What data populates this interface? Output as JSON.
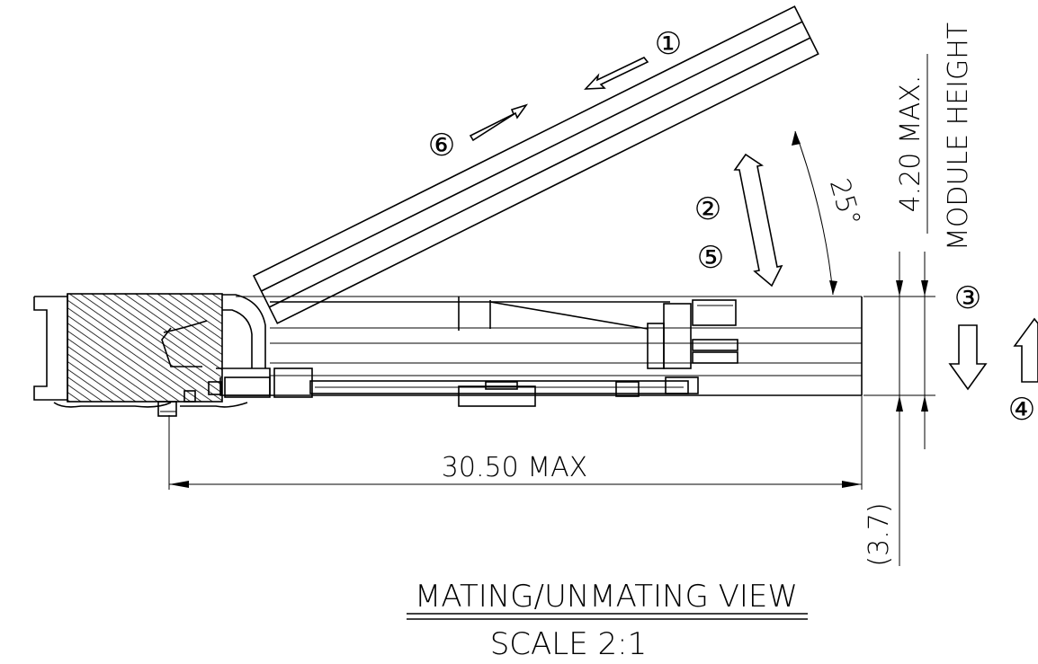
{
  "callouts": {
    "step1": "①",
    "step2": "②",
    "step3": "③",
    "step4": "④",
    "step5": "⑤",
    "step6": "⑥"
  },
  "dimensions": {
    "angle": "25°",
    "height_max": "4.20 MAX.",
    "height_label": "MODULE HEIGHT",
    "length_max": "30.50 MAX",
    "offset": "(3.7)"
  },
  "title": {
    "view_name": "MATING/UNMATING VIEW",
    "scale": "SCALE 2:1"
  }
}
